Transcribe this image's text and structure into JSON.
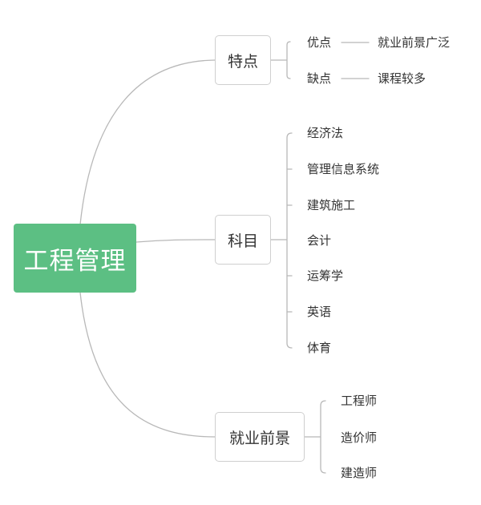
{
  "mindmap": {
    "root": "工程管理",
    "branches": [
      {
        "label": "特点",
        "children": [
          {
            "label": "优点",
            "detail": "就业前景广泛"
          },
          {
            "label": "缺点",
            "detail": "课程较多"
          }
        ]
      },
      {
        "label": "科目",
        "children": [
          {
            "label": "经济法"
          },
          {
            "label": "管理信息系统"
          },
          {
            "label": "建筑施工"
          },
          {
            "label": "会计"
          },
          {
            "label": "运筹学"
          },
          {
            "label": "英语"
          },
          {
            "label": "体育"
          }
        ]
      },
      {
        "label": "就业前景",
        "children": [
          {
            "label": "工程师"
          },
          {
            "label": "造价师"
          },
          {
            "label": "建造师"
          }
        ]
      }
    ]
  },
  "colors": {
    "root_fill": "#5cbf83",
    "root_text": "#ffffff",
    "connector": "#b8b8b8",
    "branch_border": "#cfcfcf",
    "text": "#333333"
  }
}
